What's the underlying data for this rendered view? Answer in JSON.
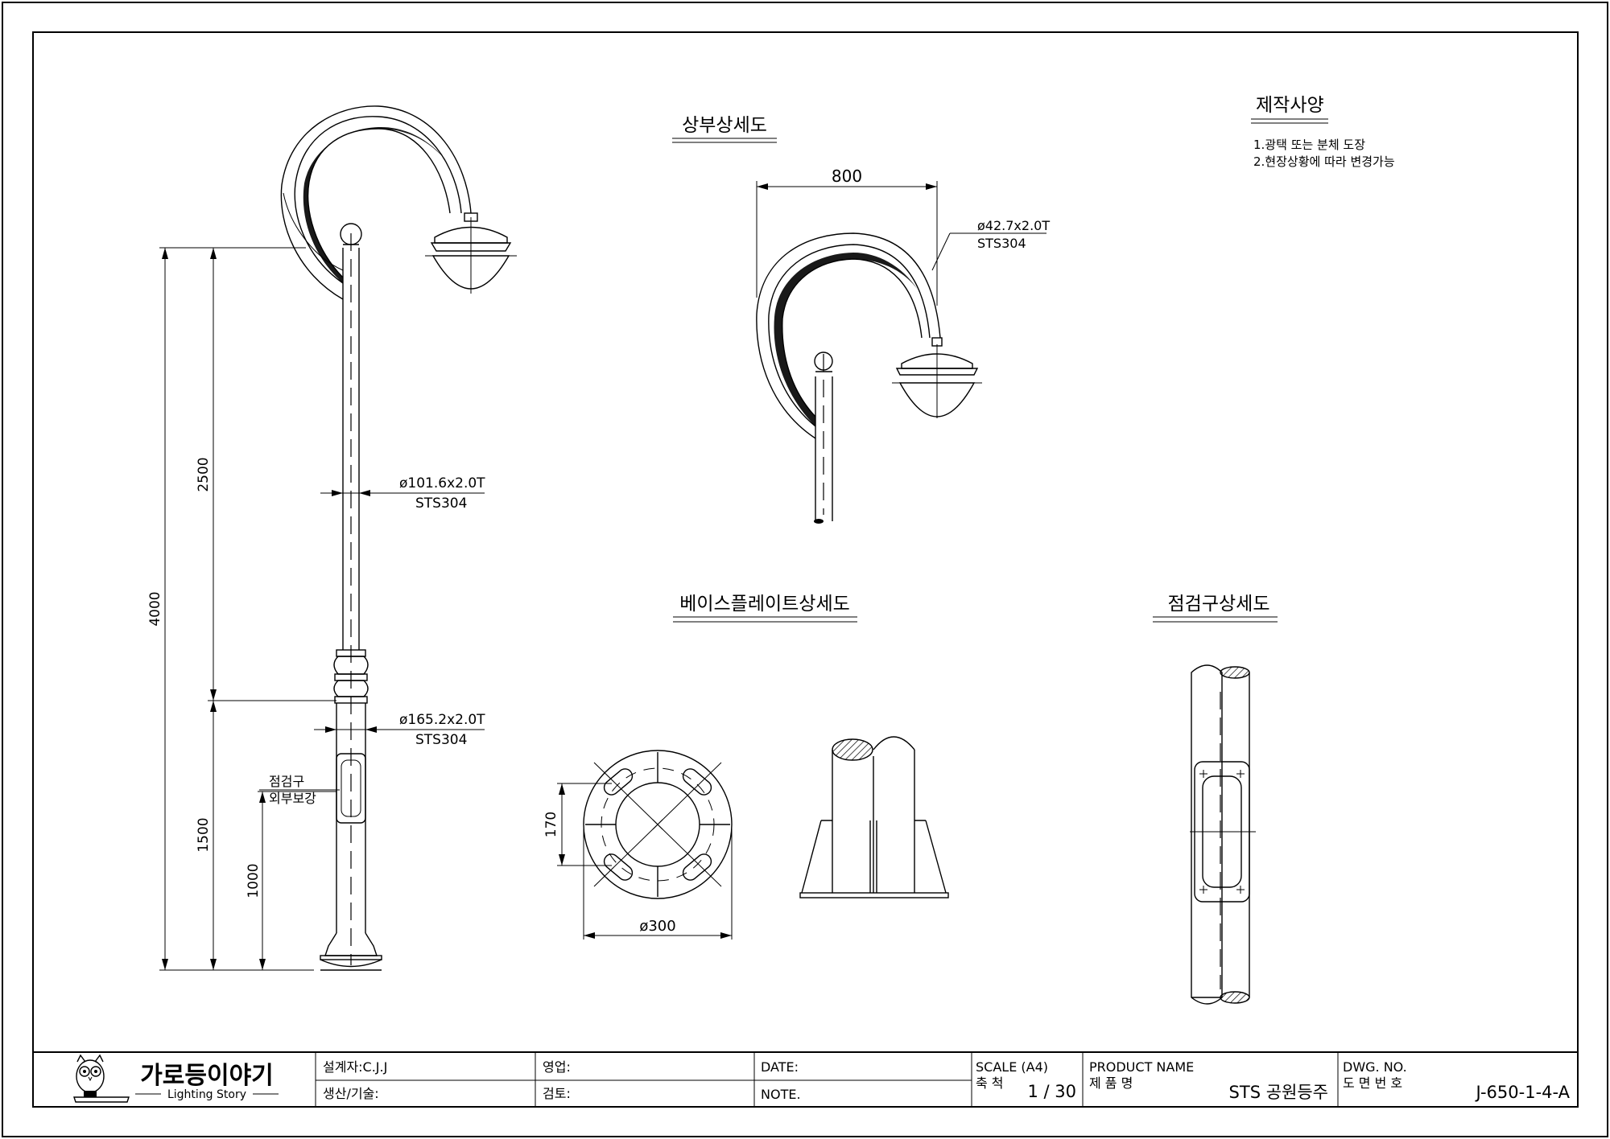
{
  "sections": {
    "top_detail_title": "상부상세도",
    "base_plate_title": "베이스플레이트상세도",
    "inspection_title": "점검구상세도"
  },
  "spec": {
    "title": "제작사양",
    "lines": [
      "1.광택 또는 분체 도장",
      "2.현장상황에 따라 변경가능"
    ]
  },
  "dimensions": {
    "total_height": "4000",
    "upper_height": "2500",
    "lower_height": "1500",
    "hatch_height": "1000",
    "arm_width": "800",
    "plate_offset": "170",
    "plate_diameter": "ø300"
  },
  "callouts": {
    "upper_pipe": {
      "size": "ø101.6x2.0T",
      "material": "STS304"
    },
    "lower_pipe": {
      "size": "ø165.2x2.0T",
      "material": "STS304"
    },
    "arm_pipe": {
      "size": "ø42.7x2.0T",
      "material": "STS304"
    },
    "hatch": {
      "line1": "점검구",
      "line2": "외부보강"
    }
  },
  "title_block": {
    "logo_korean": "가로등이야기",
    "logo_english": "Lighting Story",
    "designer": "설계자:C.J.J",
    "production": "생산/기술:",
    "sales": "영업:",
    "review": "검토:",
    "date": "DATE:",
    "note": "NOTE.",
    "scale_label": "SCALE (A4)",
    "scale_korean": "축 척",
    "scale_value": "1 / 30",
    "product_label": "PRODUCT NAME",
    "product_korean": "제 품 명",
    "product_value": "STS 공원등주",
    "dwg_label": "DWG. NO.",
    "dwg_korean": "도 면 번 호",
    "dwg_value": "J-650-1-4-A"
  }
}
